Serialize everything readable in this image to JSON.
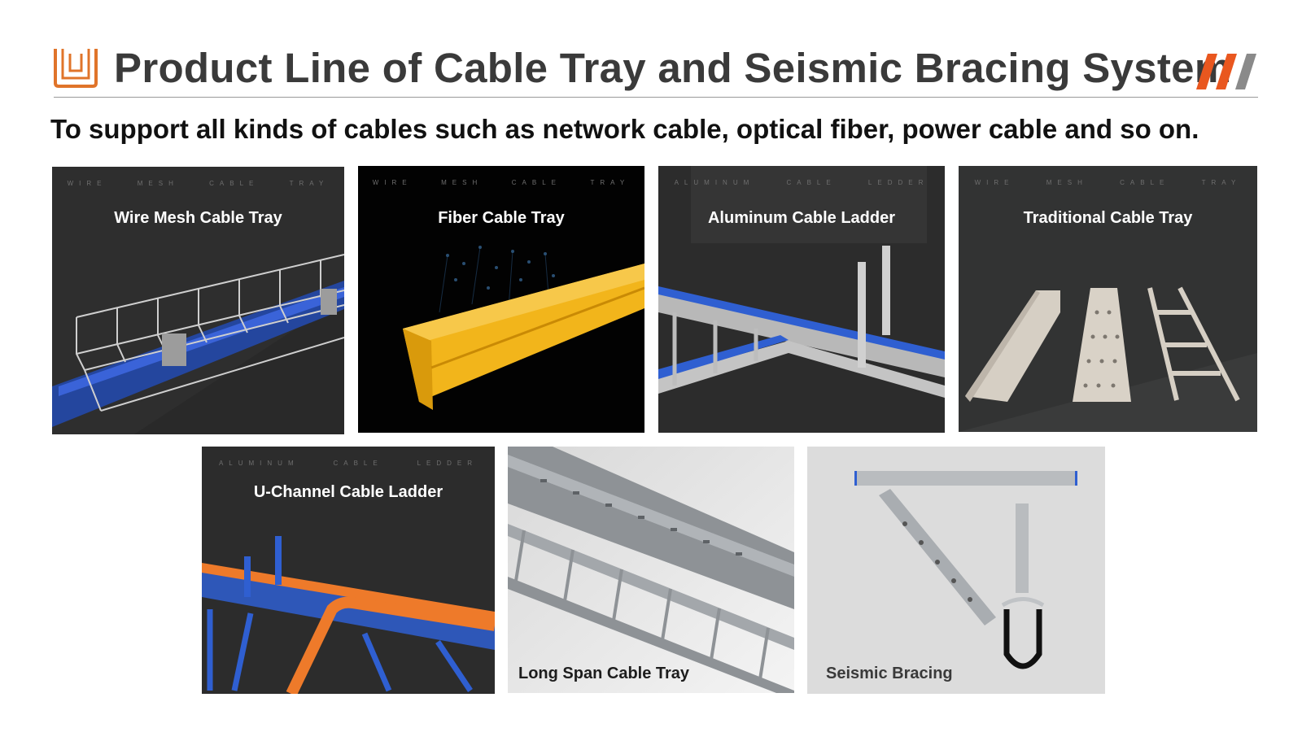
{
  "header": {
    "title": "Product Line of Cable Tray and Seismic Bracing System",
    "logo_icon": "u-tray-logo-icon",
    "accent_icon": "triple-slash-icon"
  },
  "subtitle": "To support all kinds of cables such as network cable, optical fiber, power cable and so on.",
  "colors": {
    "brand_orange": "#e0742a",
    "slash_orange": "#e9571f",
    "slash_gray": "#8a8a8a",
    "title_gray": "#3a3a3a",
    "cable_blue": "#2f5fd1",
    "cable_orange": "#ee7a2a",
    "fiber_yellow": "#f2b51b"
  },
  "products": [
    {
      "title": "Wire Mesh Cable Tray",
      "tagline": [
        "WIRE",
        "MESH",
        "CABLE",
        "TRAY"
      ]
    },
    {
      "title": "Fiber Cable Tray",
      "tagline": [
        "WIRE",
        "MESH",
        "CABLE",
        "TRAY"
      ]
    },
    {
      "title": "Aluminum Cable Ladder",
      "tagline": [
        "ALUMINUM",
        "CABLE",
        "LEDDER"
      ]
    },
    {
      "title": "Traditional Cable Tray",
      "tagline": [
        "WIRE",
        "MESH",
        "CABLE",
        "TRAY"
      ]
    },
    {
      "title": "U-Channel Cable Ladder",
      "tagline": [
        "ALUMINUM",
        "CABLE",
        "LEDDER"
      ]
    },
    {
      "title": "Long Span Cable Tray"
    },
    {
      "title": "Seismic Bracing"
    }
  ]
}
